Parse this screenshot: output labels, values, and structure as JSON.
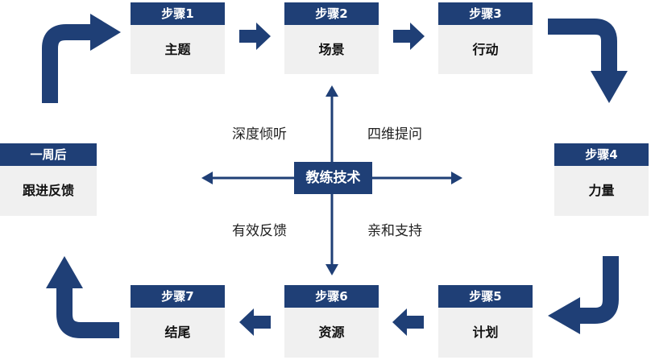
{
  "colors": {
    "accent": "#1f3f76",
    "card_bg": "#f0f0f0"
  },
  "steps": [
    {
      "header": "步骤1",
      "label": "主题"
    },
    {
      "header": "步骤2",
      "label": "场景"
    },
    {
      "header": "步骤3",
      "label": "行动"
    },
    {
      "header": "步骤4",
      "label": "力量"
    },
    {
      "header": "步骤5",
      "label": "计划"
    },
    {
      "header": "步骤6",
      "label": "资源"
    },
    {
      "header": "步骤7",
      "label": "结尾"
    }
  ],
  "followup": {
    "header": "一周后",
    "label": "跟进反馈"
  },
  "center": {
    "label": "教练技术",
    "quadrants": {
      "top_left": "深度倾听",
      "top_right": "四维提问",
      "bottom_left": "有效反馈",
      "bottom_right": "亲和支持"
    }
  }
}
